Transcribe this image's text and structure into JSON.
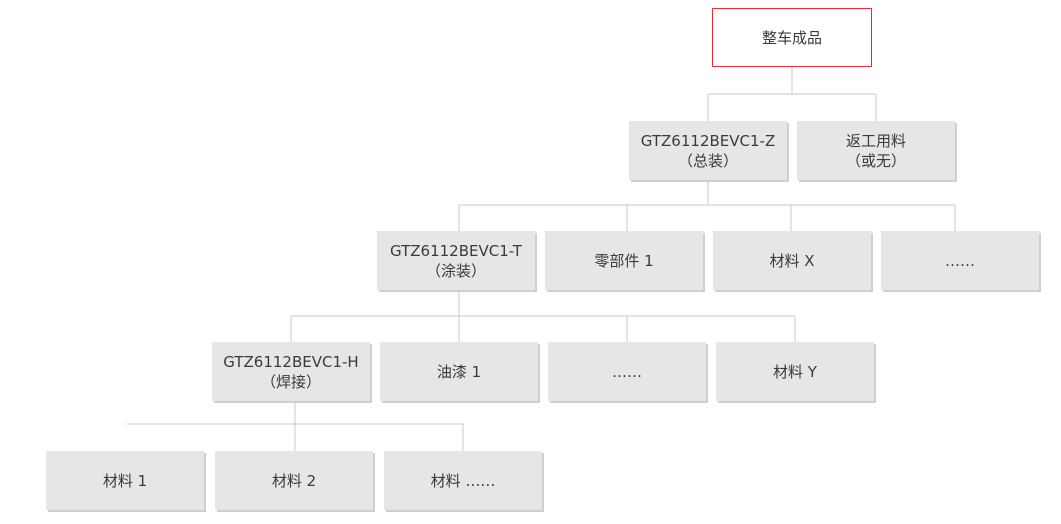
{
  "root": {
    "label": "整车成品"
  },
  "level1": {
    "assembly": {
      "line1": "GTZ6112BEVC1-Z",
      "line2": "（总装）"
    },
    "rework": {
      "line1": "返工用料",
      "line2": "（或无）"
    }
  },
  "level2": {
    "painting": {
      "line1": "GTZ6112BEVC1-T",
      "line2": "（涂装）"
    },
    "part1": {
      "label": "零部件 1"
    },
    "material_x": {
      "label": "材料 X"
    },
    "ellipsis": {
      "label": "……"
    }
  },
  "level3": {
    "welding": {
      "line1": "GTZ6112BEVC1-H",
      "line2": "（焊接）"
    },
    "paint1": {
      "label": "油漆 1"
    },
    "ellipsis": {
      "label": "……"
    },
    "material_y": {
      "label": "材料 Y"
    }
  },
  "level4": {
    "material1": {
      "label": "材料 1"
    },
    "material2": {
      "label": "材料 2"
    },
    "material_more": {
      "label": "材料 ……"
    }
  },
  "colors": {
    "node_fill": "#e6e6e7",
    "node_shadow": "#cfcfd0",
    "root_border": "#d8333c",
    "connector": "#c8c8c8"
  }
}
